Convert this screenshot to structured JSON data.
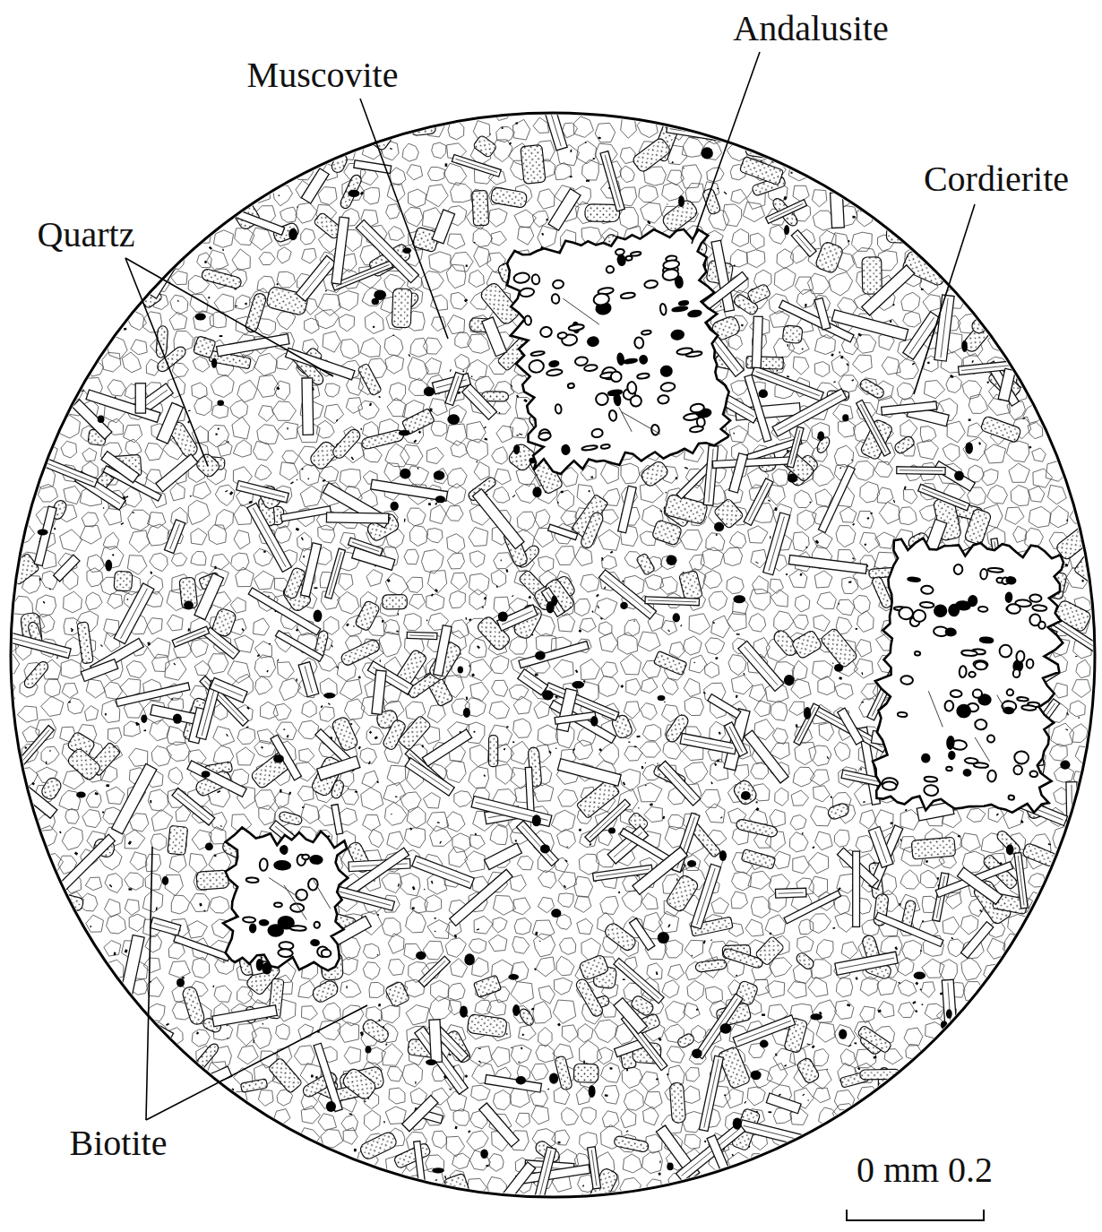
{
  "diagram": {
    "labels": [
      "Andalusite",
      "Muscovite",
      "Cordierite",
      "Quartz",
      "Biotite",
      "0 mm 0.2"
    ]
  }
}
